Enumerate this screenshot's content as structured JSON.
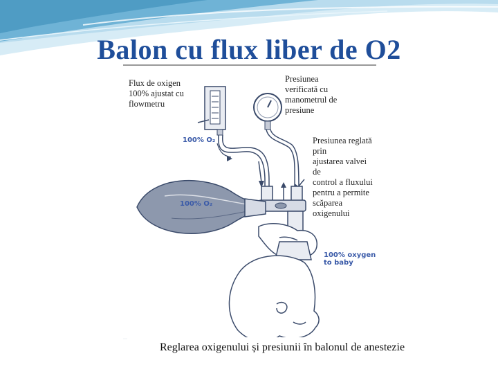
{
  "slide": {
    "title": "Balon cu flux liber de O2"
  },
  "labels": {
    "flow": "Flux de oxigen\n100% ajustat cu\nflowmetru",
    "pressure_check": "Presiunea\nverificată cu\nmanometrul de\npresiune",
    "pressure_adjust": "Presiunea reglată prin\najustarea valvei de\ncontrol a fluxului\npentru a permite\nscăparea oxigenului"
  },
  "figure_text": {
    "o2_tube": "100% O₂",
    "o2_bag": "100% O₂",
    "to_baby": "100% oxygen\nto baby"
  },
  "caption": "Reglarea oxigenului și presiunii în balonul de anestezie",
  "colors": {
    "title": "#1f4e9a",
    "swoosh_light": "#b9dcee",
    "swoosh_dark": "#4f9cc4",
    "figure_line": "#3a4a6a",
    "bag_fill": "#8d98ad",
    "tech_text": "#3a5aa8"
  }
}
